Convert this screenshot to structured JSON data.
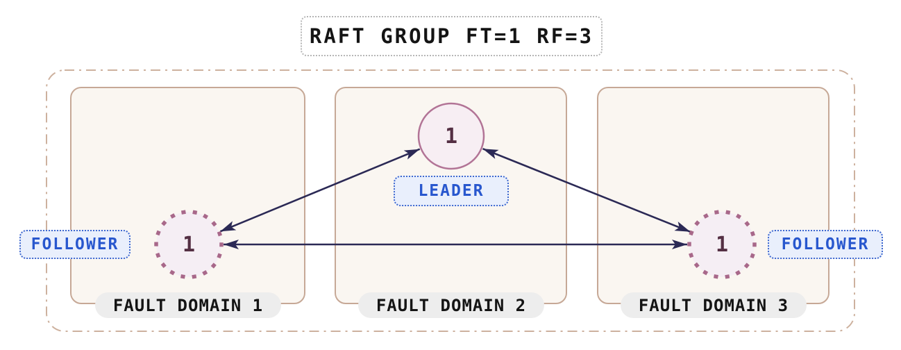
{
  "raft_group": {
    "title": "RAFT GROUP FT=1 RF=3",
    "domains": [
      {
        "label": "FAULT DOMAIN 1",
        "node": {
          "value": "1",
          "role": "FOLLOWER"
        }
      },
      {
        "label": "FAULT DOMAIN 2",
        "node": {
          "value": "1",
          "role": "LEADER"
        }
      },
      {
        "label": "FAULT DOMAIN 3",
        "node": {
          "value": "1",
          "role": "FOLLOWER"
        }
      }
    ],
    "edges": [
      {
        "from": "follower-1",
        "to": "leader",
        "style": "bidirectional-arrow"
      },
      {
        "from": "leader",
        "to": "follower-3",
        "style": "bidirectional-arrow"
      },
      {
        "from": "follower-1",
        "to": "follower-3",
        "style": "bidirectional-arrow"
      }
    ]
  },
  "colors": {
    "arrow": "#2b2955",
    "group_border": "#cdb19e",
    "domain_border": "#c6a896",
    "domain_fill": "#faf6f1",
    "leader_circle_stroke": "#b27496",
    "leader_circle_fill": "#f7eef3",
    "follower_circle_stroke": "#a8688a",
    "follower_circle_fill": "#f5eef4",
    "node_value_text": "#542f43",
    "badge_text": "#2857ce",
    "badge_fill": "#e9effc",
    "badge_border": "#3e68cf",
    "pill_fill": "#ededed",
    "pill_text": "#141414",
    "title_border": "#b5b5b5",
    "title_text": "#141414"
  }
}
